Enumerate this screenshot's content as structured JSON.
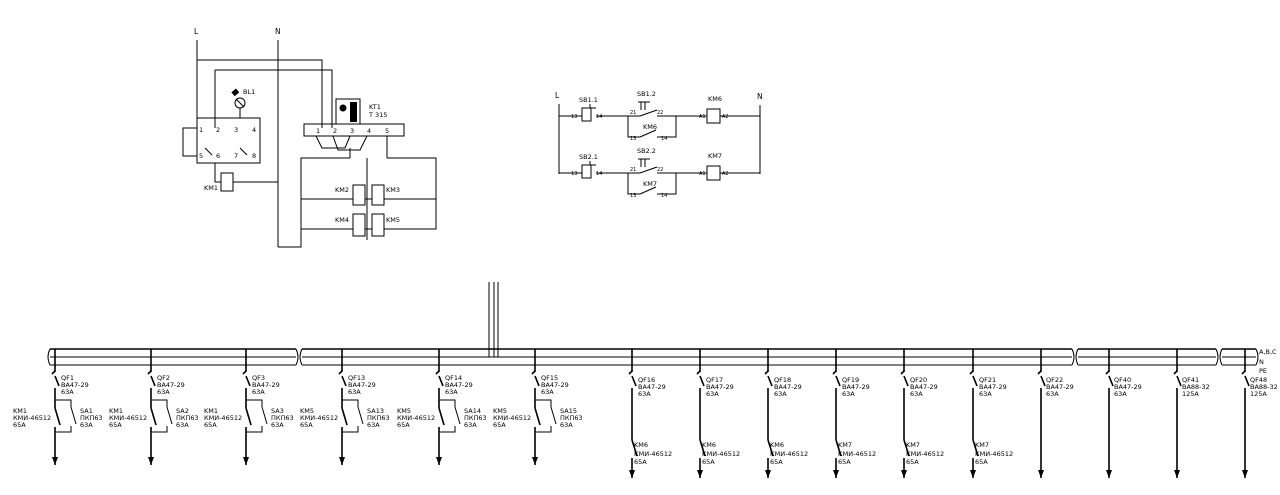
{
  "top_left": {
    "label_L": "L",
    "label_N": "N",
    "sensor": "BL1",
    "sensor_pins": [
      "1",
      "2",
      "3",
      "4"
    ],
    "sensor_pins2": [
      "5",
      "6",
      "7",
      "8"
    ],
    "km1": "KM1",
    "timer_name": "KT1",
    "timer_model": "T 315",
    "timer_pins": [
      "1",
      "2",
      "3",
      "4",
      "5"
    ],
    "coils": [
      "KM2",
      "KM3",
      "KM4",
      "KM5"
    ]
  },
  "top_right": {
    "label_L": "L",
    "label_N": "N",
    "rows": [
      {
        "sb1": "SB1.1",
        "sb2": "SB1.2",
        "hold": "KM6",
        "coil": "KM6"
      },
      {
        "sb1": "SB2.1",
        "sb2": "SB2.2",
        "hold": "KM7",
        "coil": "KM7"
      }
    ],
    "pins": {
      "p1": "13",
      "p2": "14",
      "p3": "21",
      "p4": "22",
      "p5": "A1",
      "p6": "A2"
    }
  },
  "bus": {
    "labels": [
      "A,B,C",
      "N",
      "PE"
    ]
  },
  "group_a": [
    {
      "qf": "QF1",
      "km": "KM1",
      "sa": "SA1"
    },
    {
      "qf": "QF2",
      "km": "KM1",
      "sa": "SA2"
    },
    {
      "qf": "QF3",
      "km": "KM1",
      "sa": "SA3"
    },
    {
      "qf": "QF13",
      "km": "KM5",
      "sa": "SA13"
    },
    {
      "qf": "QF14",
      "km": "KM5",
      "sa": "SA14"
    },
    {
      "qf": "QF15",
      "km": "KM5",
      "sa": "SA15"
    }
  ],
  "group_a_text": {
    "qf_type": "ВА47-29",
    "qf_rating": "63A",
    "km_type": "КМИ-46512",
    "km_rating": "65A",
    "sa_type": "ПКП63",
    "sa_rating": "63A"
  },
  "group_b": [
    {
      "qf": "QF16",
      "km": "KM6"
    },
    {
      "qf": "QF17",
      "km": "KM6"
    },
    {
      "qf": "QF18",
      "km": "KM6"
    },
    {
      "qf": "QF19",
      "km": "KM7"
    },
    {
      "qf": "QF20",
      "km": "KM7"
    },
    {
      "qf": "QF21",
      "km": "KM7"
    }
  ],
  "group_b_text": {
    "qf_type": "ВА47-29",
    "qf_rating": "63A",
    "km_type": "КМИ-46512",
    "km_rating": "65A"
  },
  "group_c": [
    {
      "qf": "QF22",
      "type": "ВА47-29",
      "rating": "63A"
    },
    {
      "qf": "QF40",
      "type": "ВА47-29",
      "rating": "63A"
    },
    {
      "qf": "QF41",
      "type": "ВА88-32",
      "rating": "125A"
    },
    {
      "qf": "QF48",
      "type": "ВА88-32",
      "rating": "125A"
    }
  ]
}
